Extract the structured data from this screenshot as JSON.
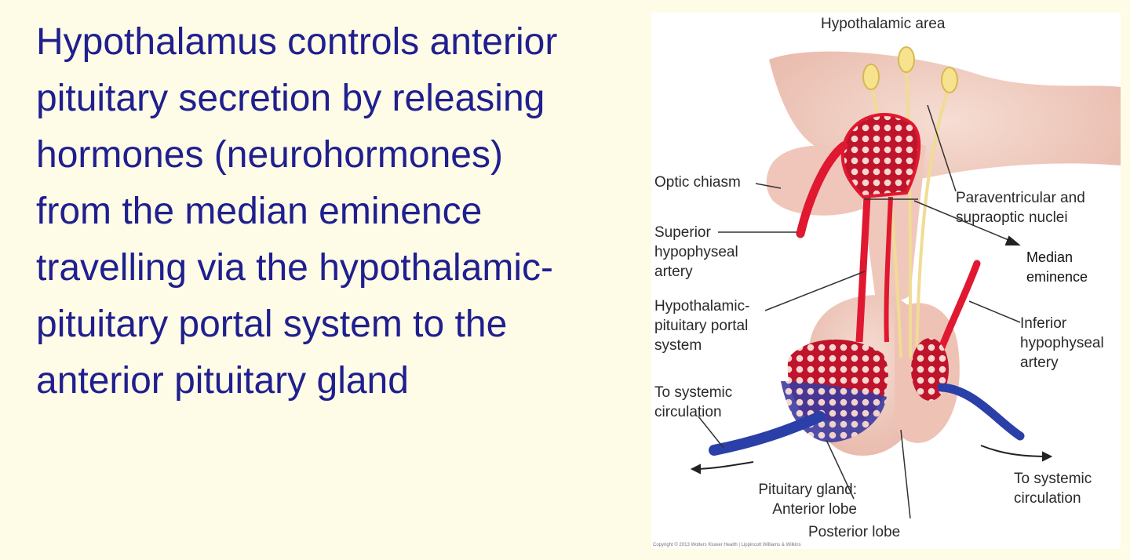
{
  "slide": {
    "lines": [
      "Hypothalamus controls anterior",
      "pituitary secretion by releasing",
      "hormones (neurohormones)",
      "from the median eminence",
      "travelling via the hypothalamic-",
      "pituitary portal system to the",
      "anterior pituitary gland"
    ],
    "text_color": "#1f1f8f",
    "background_color": "#fefbe6"
  },
  "figure": {
    "labels": {
      "hypothalamic_area": "Hypothalamic area",
      "optic_chiasm": "Optic chiasm",
      "paraventricular": [
        "Paraventricular and",
        "supraoptic nuclei"
      ],
      "superior_artery": [
        "Superior",
        "hypophyseal",
        "artery"
      ],
      "median_eminence": [
        "Median",
        "eminence"
      ],
      "portal_system": [
        "Hypothalamic-",
        "pituitary portal",
        "system"
      ],
      "inferior_artery": [
        "Inferior",
        "hypophyseal",
        "artery"
      ],
      "to_systemic_left": [
        "To systemic",
        "circulation"
      ],
      "to_systemic_right": [
        "To systemic",
        "circulation"
      ],
      "pituitary_gland": [
        "Pituitary gland:",
        "Anterior lobe"
      ],
      "posterior_lobe": "Posterior lobe"
    },
    "copyright": "Copyright © 2013 Wolters Kluwer Health | Lippincott Williams & Wilkins",
    "colors": {
      "tissue": "#f2cfc4",
      "artery": "#e01830",
      "vein": "#2b3fa8",
      "nerve": "#f0dc94"
    }
  }
}
